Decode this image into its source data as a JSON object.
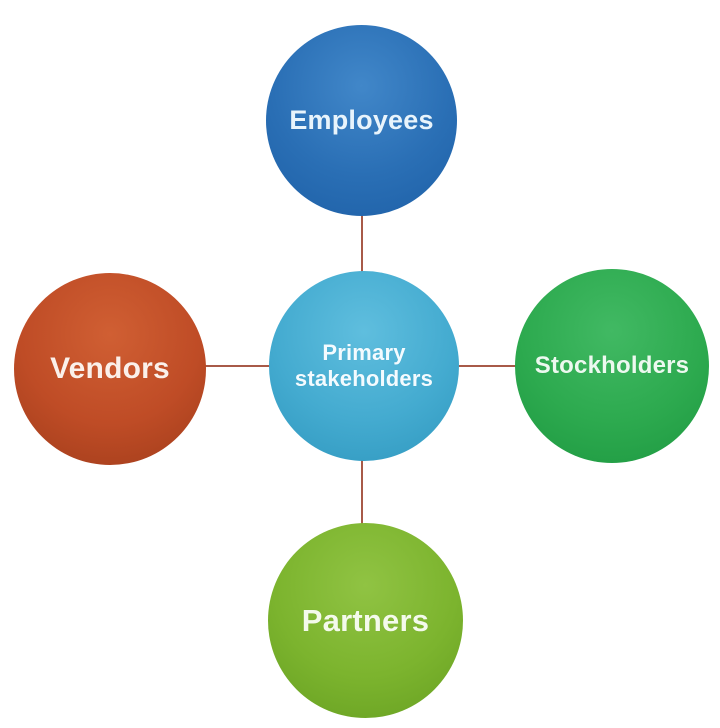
{
  "diagram": {
    "type": "radial-hub-spoke",
    "background_color": "#ffffff",
    "connector_color": "#a85a48",
    "nodes": [
      {
        "id": "primary-stakeholders",
        "label": "Primary stakeholders",
        "position": "center",
        "color": "#44abd0",
        "color_light": "#5fbede",
        "color_dark": "#2f97be",
        "text_color": "#f3fbff"
      },
      {
        "id": "employees",
        "label": "Employees",
        "position": "top",
        "color": "#2a6fb5",
        "color_light": "#4187c9",
        "color_dark": "#1d5fa6",
        "text_color": "#e8f4fc"
      },
      {
        "id": "stockholders",
        "label": "Stockholders",
        "position": "right",
        "color": "#2daa4f",
        "color_light": "#41b963",
        "color_dark": "#1d9840",
        "text_color": "#ecf9ef"
      },
      {
        "id": "partners",
        "label": "Partners",
        "position": "bottom",
        "color": "#7cb42e",
        "color_light": "#90c343",
        "color_dark": "#669f21",
        "text_color": "#f4faeb"
      },
      {
        "id": "vendors",
        "label": "Vendors",
        "position": "left",
        "color": "#bf4c26",
        "color_light": "#d05f33",
        "color_dark": "#a03c1a",
        "text_color": "#fbf0ea"
      }
    ],
    "connections": [
      {
        "from": "primary-stakeholders",
        "to": "employees"
      },
      {
        "from": "primary-stakeholders",
        "to": "stockholders"
      },
      {
        "from": "primary-stakeholders",
        "to": "partners"
      },
      {
        "from": "primary-stakeholders",
        "to": "vendors"
      }
    ]
  }
}
